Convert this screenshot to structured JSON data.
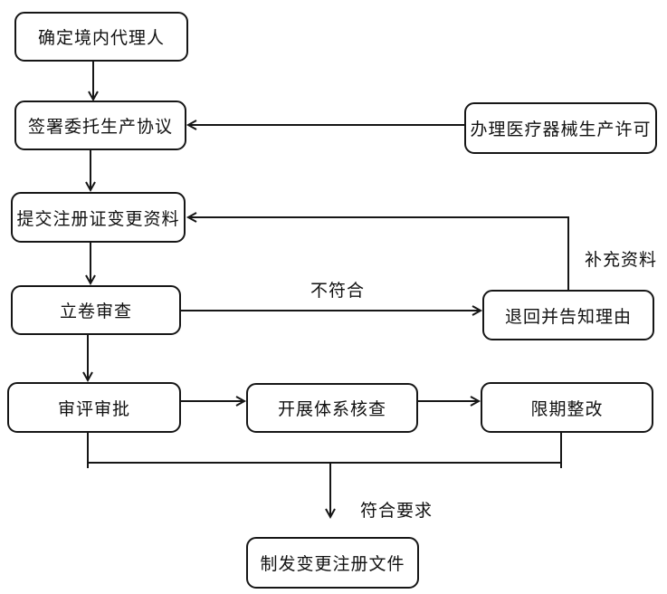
{
  "nodes": {
    "agent": {
      "label": "确定境内代理人"
    },
    "agreement": {
      "label": "签署委托生产协议"
    },
    "submit": {
      "label": "提交注册证变更资料"
    },
    "filing": {
      "label": "立卷审查"
    },
    "license": {
      "label": "办理医疗器械生产许可"
    },
    "return_box": {
      "label": "退回并告知理由"
    },
    "review": {
      "label": "审评审批"
    },
    "syscheck": {
      "label": "开展体系核查"
    },
    "rectify": {
      "label": "限期整改"
    },
    "issue": {
      "label": "制发变更注册文件"
    }
  },
  "edge_labels": {
    "not_conform": "不符合",
    "supplement": "补充资料",
    "conform": "符合要求"
  },
  "colors": {
    "line": "#161616",
    "background": "#ffffff"
  }
}
